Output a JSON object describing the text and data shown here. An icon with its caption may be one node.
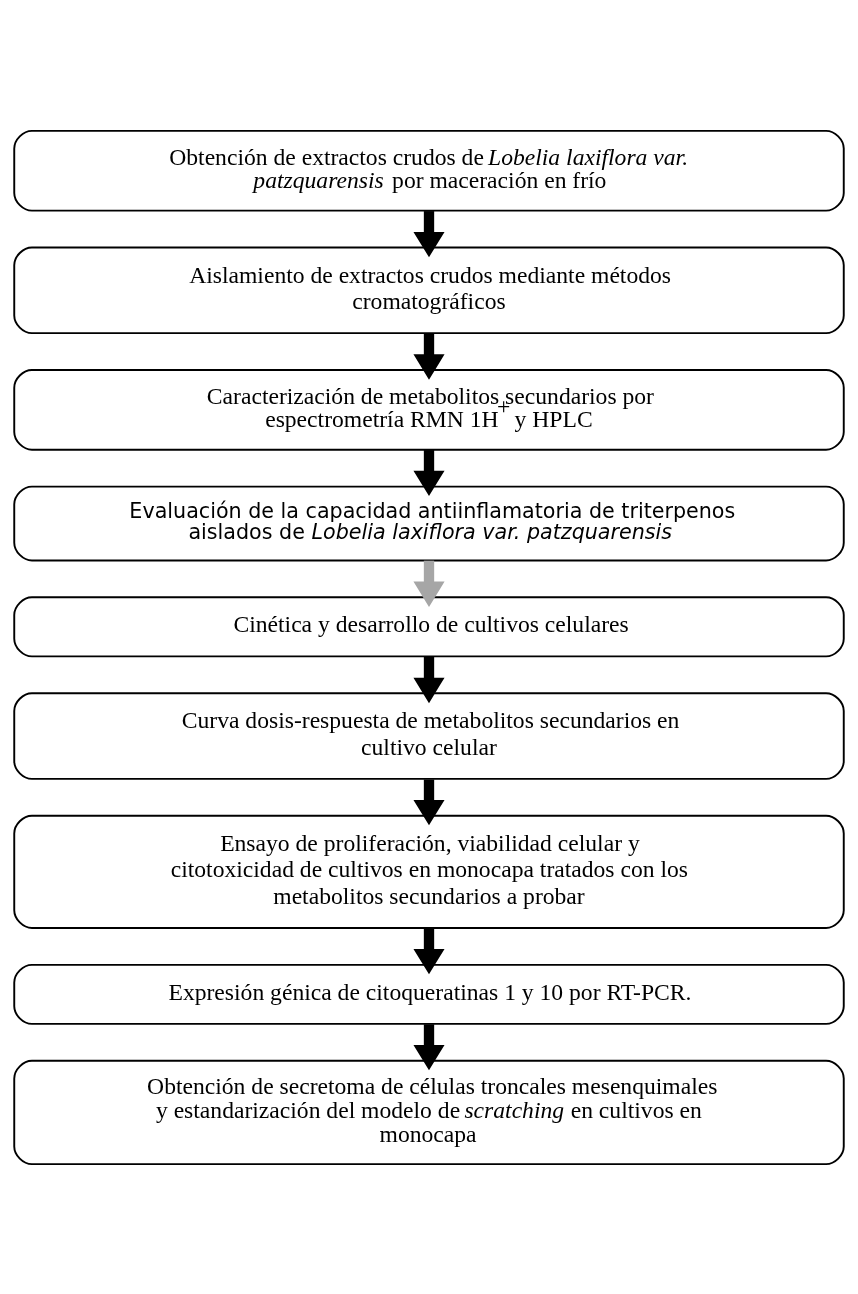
{
  "diagram": {
    "nodes": [
      {
        "text": [
          "Obtención de extractos crudos de *Lobelia laxiflora var. patzquarensis* por maceración en frío"
        ]
      },
      {
        "text": [
          "Aislamiento de extractos crudos mediante métodos cromatográficos"
        ]
      },
      {
        "text": [
          "Caracterización de metabolitos secundarios por espectrometría RMN 1H$^{+}$ y HPLC"
        ]
      },
      {
        "text": [
          "Evaluación de la capacidad antiinflamatoria de triterpenos aislados de *Lobelia laxiflora var. patzquarensis*"
        ]
      },
      {
        "text": [
          "Cinética y desarrollo de cultivos celulares"
        ]
      },
      {
        "text": [
          "Curva dosis-respuesta de metabolitos secundarios en cultivo celular"
        ]
      },
      {
        "text": [
          "Ensayo de proliferación, viabilidad celular y citotoxicidad de cultivos en monocapa tratados con los metabolitos secundarios a probar"
        ]
      },
      {
        "text": [
          "Expresión génica de citoqueratinas 1 y 10 por RT-PCR."
        ]
      },
      {
        "text": [
          "Obtención de secretoma de células troncales mesenquimales y estandarización del modelo de *scratching* en cultivos en monocapa"
        ]
      }
    ],
    "edges": [
      {
        "from": 0,
        "to": 1,
        "arrow": "to"
      },
      {
        "from": 1,
        "to": 2,
        "arrow": "to"
      },
      {
        "from": 2,
        "to": 3,
        "arrow": "to"
      },
      {
        "from": 3,
        "to": 4,
        "arrow": "to",
        "color": "#a6a6a6"
      },
      {
        "from": 4,
        "to": 5,
        "arrow": "to"
      },
      {
        "from": 5,
        "to": 6,
        "arrow": "to"
      },
      {
        "from": 6,
        "to": 7,
        "arrow": "to"
      },
      {
        "from": 7,
        "to": 8,
        "arrow": "to"
      }
    ]
  }
}
